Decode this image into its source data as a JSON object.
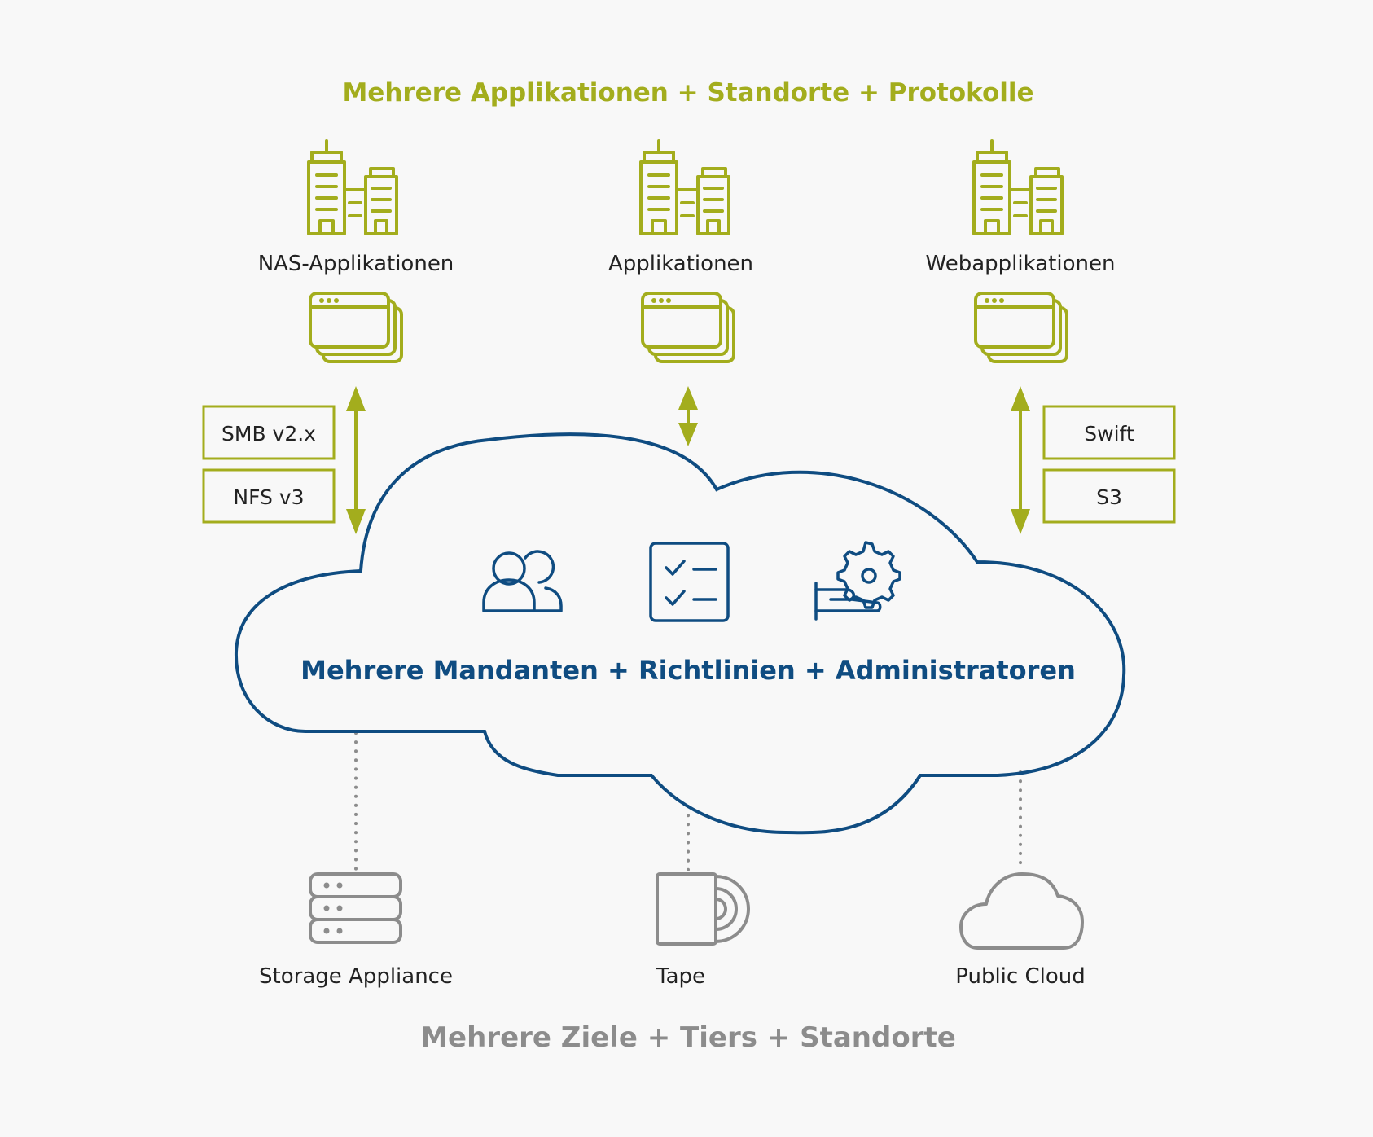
{
  "titles": {
    "top": "Mehrere Applikationen + Standorte + Protokolle",
    "middle": "Mehrere Mandanten + Richtlinien + Administratoren",
    "bottom": "Mehrere Ziele + Tiers + Standorte"
  },
  "applications": [
    {
      "label": "NAS-Applikationen",
      "icon": "office-building-icon"
    },
    {
      "label": "Applikationen",
      "icon": "office-building-icon"
    },
    {
      "label": "Webapplikationen",
      "icon": "office-building-icon"
    }
  ],
  "protocols": {
    "left": [
      "SMB v2.x",
      "NFS v3"
    ],
    "right": [
      "Swift",
      "S3"
    ]
  },
  "cloud_icons": [
    "users-icon",
    "checklist-icon",
    "admin-gear-hand-icon"
  ],
  "targets": [
    {
      "label": "Storage Appliance",
      "icon": "server-stack-icon"
    },
    {
      "label": "Tape",
      "icon": "tape-reel-icon"
    },
    {
      "label": "Public Cloud",
      "icon": "cloud-icon"
    }
  ],
  "colors": {
    "applications": "#a3ad1d",
    "cloud": "#0f4c81",
    "targets": "#8c8c8c",
    "background": "#f8f8f8"
  }
}
